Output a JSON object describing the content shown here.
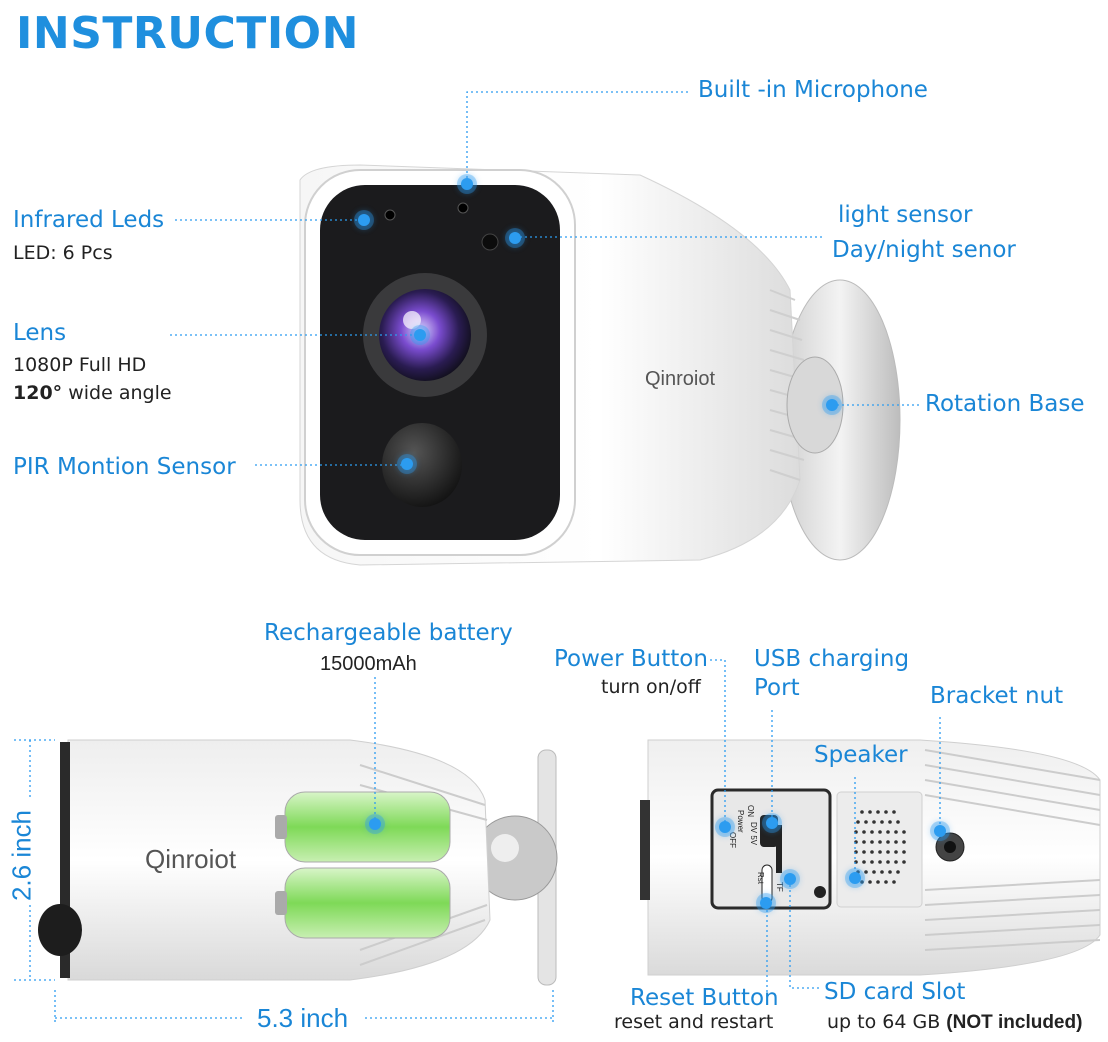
{
  "title": "INSTRUCTION",
  "top_labels": {
    "microphone": "Built -in Microphone",
    "infrared": "Infrared Leds",
    "infrared_sub": "LED: 6 Pcs",
    "light_sensor_1": "light sensor",
    "light_sensor_2": "Day/night senor",
    "lens": "Lens",
    "lens_sub1": "1080P Full HD",
    "lens_sub2_bold": "120°",
    "lens_sub2_rest": " wide angle",
    "rotation": "Rotation Base",
    "pir": "PIR Montion Sensor"
  },
  "brand": "Qinroiot",
  "bottom_left": {
    "battery": "Rechargeable battery",
    "battery_sub": "15000mAh",
    "height": "2.6 inch",
    "length": "5.3 inch"
  },
  "bottom_right": {
    "power_button": "Power Button",
    "power_sub": "turn on/off",
    "usb_1": "USB charging",
    "usb_2": "Port",
    "bracket": "Bracket nut",
    "speaker": "Speaker",
    "reset": "Reset Button",
    "reset_sub": "reset and restart",
    "sd": "SD card Slot",
    "sd_sub": "up to 64 GB ",
    "sd_sub_bold": "(NOT included)"
  },
  "port_labels": {
    "off": "OFF",
    "on": "ON",
    "power": "Power",
    "dv": "DV 5V",
    "rst": "Rst",
    "tf": "TF"
  },
  "colors": {
    "accent": "#1a86d6",
    "dot": "#2c9cf0",
    "battery": "#7ed957"
  }
}
